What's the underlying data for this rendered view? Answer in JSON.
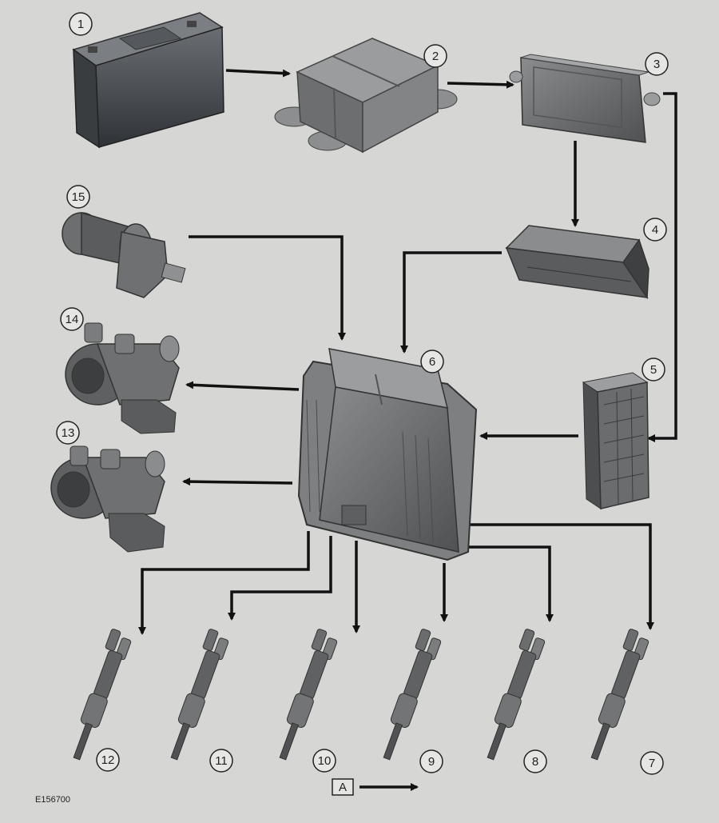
{
  "diagram": {
    "components": [
      {
        "id": "1",
        "label": "1",
        "name": "battery-icon"
      },
      {
        "id": "2",
        "label": "2",
        "name": "fuse-box-icon"
      },
      {
        "id": "3",
        "label": "3",
        "name": "control-module-icon"
      },
      {
        "id": "4",
        "label": "4",
        "name": "relay-box-icon"
      },
      {
        "id": "5",
        "label": "5",
        "name": "fuse-panel-icon"
      },
      {
        "id": "6",
        "label": "6",
        "name": "engine-control-module-icon"
      },
      {
        "id": "7",
        "label": "7",
        "name": "fuel-injector-icon"
      },
      {
        "id": "8",
        "label": "8",
        "name": "fuel-injector-icon"
      },
      {
        "id": "9",
        "label": "9",
        "name": "fuel-injector-icon"
      },
      {
        "id": "10",
        "label": "10",
        "name": "fuel-injector-icon"
      },
      {
        "id": "11",
        "label": "11",
        "name": "fuel-injector-icon"
      },
      {
        "id": "12",
        "label": "12",
        "name": "fuel-injector-icon"
      },
      {
        "id": "13",
        "label": "13",
        "name": "fuel-pump-icon"
      },
      {
        "id": "14",
        "label": "14",
        "name": "fuel-pump-icon"
      },
      {
        "id": "15",
        "label": "15",
        "name": "pressure-sensor-icon"
      }
    ],
    "legend": {
      "box_label": "A"
    },
    "figure_id": "E156700"
  }
}
